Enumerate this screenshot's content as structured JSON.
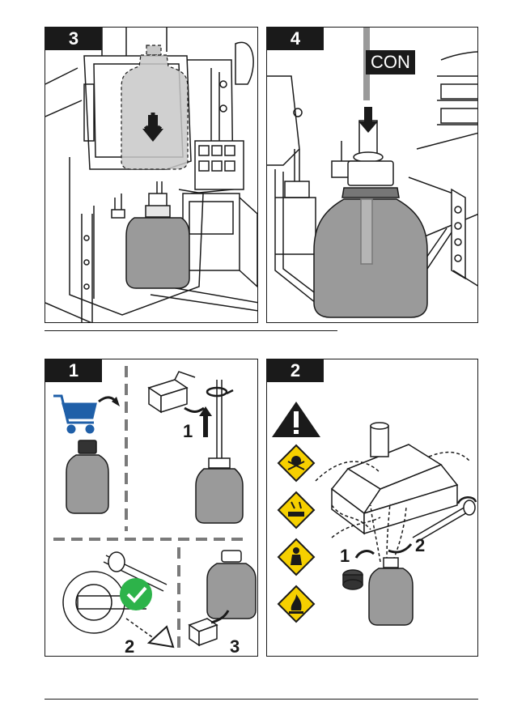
{
  "panels": {
    "p3": {
      "step": "3"
    },
    "p4": {
      "step": "4",
      "label": "CON"
    },
    "p1": {
      "step": "1",
      "callouts": [
        "1",
        "2",
        "3"
      ]
    },
    "p2": {
      "step": "2",
      "callouts": [
        "1",
        "2"
      ]
    }
  },
  "icons": {
    "cart": "shopping-cart-icon",
    "check": "check-mark-icon",
    "warning": "warning-icon",
    "toxic": "skull-crossbones-icon",
    "corrosive": "corrosive-icon",
    "health": "health-hazard-icon",
    "flammable": "flame-icon"
  },
  "colors": {
    "ink": "#1a1a1a",
    "bottle_grey": "#9a9a9a",
    "cart_blue": "#1f5fa8",
    "check_green": "#2db34a",
    "hazard_yellow": "#f6d000"
  }
}
